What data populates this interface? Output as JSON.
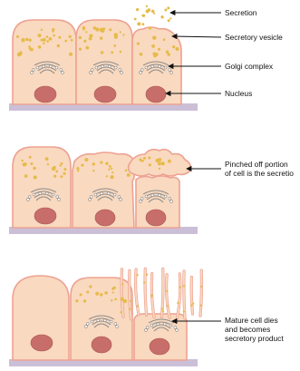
{
  "colors": {
    "cell_fill": "#f9d9bf",
    "cell_stroke": "#eda292",
    "nucleus": "#c86e6a",
    "granule": "#e6bb4a",
    "basement": "#cbbfd7",
    "golgi": "#8a8a8a",
    "text": "#111111"
  },
  "panels": [
    {
      "id": "merocrine",
      "labels": [
        {
          "text": "Secretion"
        },
        {
          "text": "Secretory vesicle"
        },
        {
          "text": "Golgi complex"
        },
        {
          "text": "Nucleus"
        }
      ]
    },
    {
      "id": "apocrine",
      "labels": [
        {
          "text": "Pinched off portion\nof cell is the secretio"
        }
      ]
    },
    {
      "id": "holocrine",
      "labels": [
        {
          "text": "Mature cell dies\nand becomes\nsecretory product"
        }
      ]
    }
  ]
}
